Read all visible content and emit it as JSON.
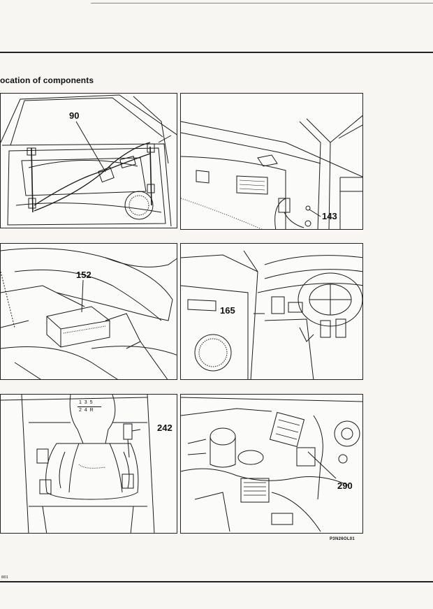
{
  "section": {
    "title": "ocation of components"
  },
  "panels": [
    {
      "callout": "90"
    },
    {
      "callout": "143"
    },
    {
      "callout": "152"
    },
    {
      "callout": "165"
    },
    {
      "callout": "242"
    },
    {
      "callout": "290"
    }
  ],
  "gear_pattern": {
    "top": "1  3  5",
    "bottom": "2  4  R"
  },
  "figure_ref": "P3N26OL01",
  "page_number": "8/01"
}
